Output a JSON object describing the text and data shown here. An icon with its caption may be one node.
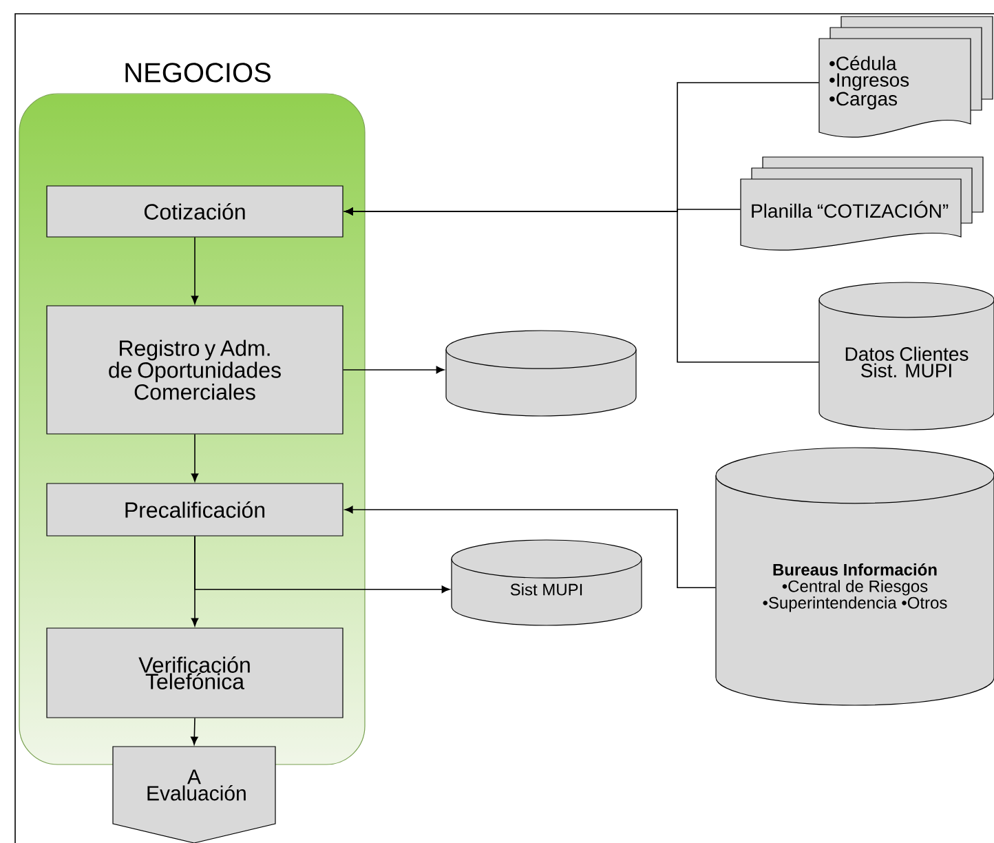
{
  "diagram": {
    "nodes": [
      {
        "text": [
          "NEGOCIOS"
        ]
      },
      {
        "text": [
          "Cotización"
        ],
        "in": 0
      },
      {
        "text": [
          "Registro y Adm. de Oportunidades Comerciales"
        ],
        "in": 0
      },
      {
        "text": [
          "Precalificación"
        ],
        "in": 0
      },
      {
        "text": [
          "Verificación Telefónica"
        ],
        "in": 0
      },
      {
        "text": [
          "A Evaluación"
        ]
      },
      {
        "text": [
          "•Cédula •Ingresos •Cargas"
        ]
      },
      {
        "text": [
          "Planilla “COTIZACIÓN”"
        ]
      },
      {
        "text": [
          "Datos Clientes Sist. MUPI"
        ]
      },
      {
        "text": [],
        "shape": "cylinder"
      },
      {
        "text": [
          "Bureaus Información",
          "•Central de Riesgos •Superintendencia •Otros"
        ]
      },
      {
        "text": [
          "Sist MUPI"
        ]
      }
    ],
    "edges": [
      {
        "from": 1,
        "to": 2,
        "arrow": "to"
      },
      {
        "from": 2,
        "to": 3,
        "arrow": "to"
      },
      {
        "from": 3,
        "to": 4,
        "arrow": "to"
      },
      {
        "from": 4,
        "to": 5,
        "arrow": "to"
      },
      {
        "from": 2,
        "to": 9,
        "arrow": "to"
      },
      {
        "from": 3,
        "to": 11,
        "arrow": "to"
      },
      {
        "from": 6,
        "to": 1,
        "arrow": "to"
      },
      {
        "from": 7,
        "to": 1,
        "arrow": "to"
      },
      {
        "from": 8,
        "to": 1,
        "arrow": "to"
      },
      {
        "from": 10,
        "to": 3,
        "arrow": "to"
      }
    ]
  }
}
